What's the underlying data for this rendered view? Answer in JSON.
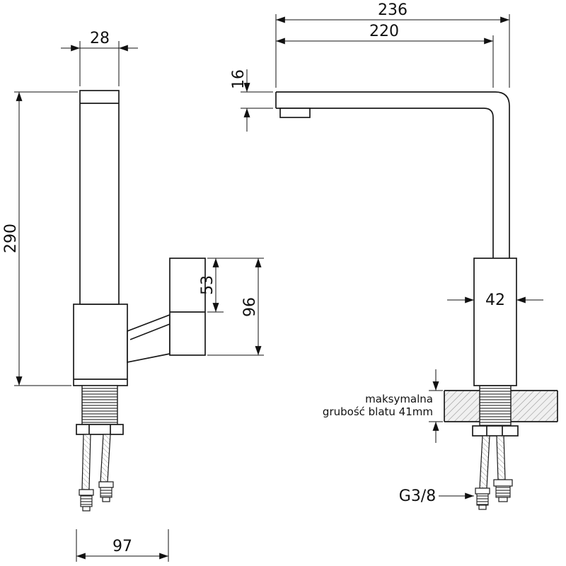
{
  "diagram": {
    "dims": {
      "total_reach": "236",
      "spout_reach": "220",
      "spout_top_width": "28",
      "spout_tube_height": "16",
      "total_height": "290",
      "handle_upper_height": "53",
      "handle_total_height": "96",
      "body_width": "42",
      "base_depth": "97",
      "thread_size": "G3/8"
    },
    "note": {
      "line1": "maksymalna",
      "line2": "grubość blatu 41mm"
    }
  }
}
